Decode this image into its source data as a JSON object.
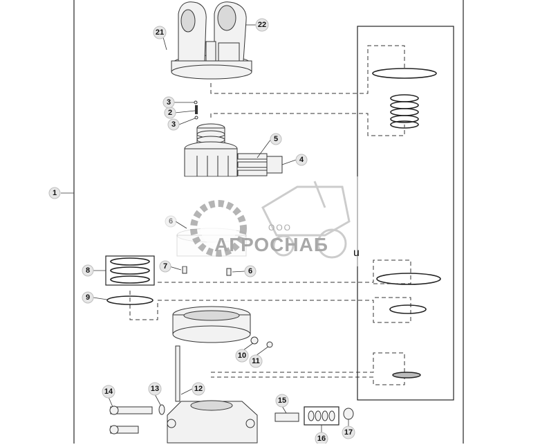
{
  "diagram": {
    "callouts": [
      "1",
      "2",
      "3",
      "3",
      "4",
      "5",
      "6",
      "6",
      "7",
      "8",
      "9",
      "10",
      "11",
      "12",
      "13",
      "14",
      "15",
      "16",
      "17",
      "21",
      "22"
    ],
    "watermark": {
      "company_prefix": "ООО",
      "company_name": "АГРОСНАБ"
    },
    "stray_text": "u"
  }
}
